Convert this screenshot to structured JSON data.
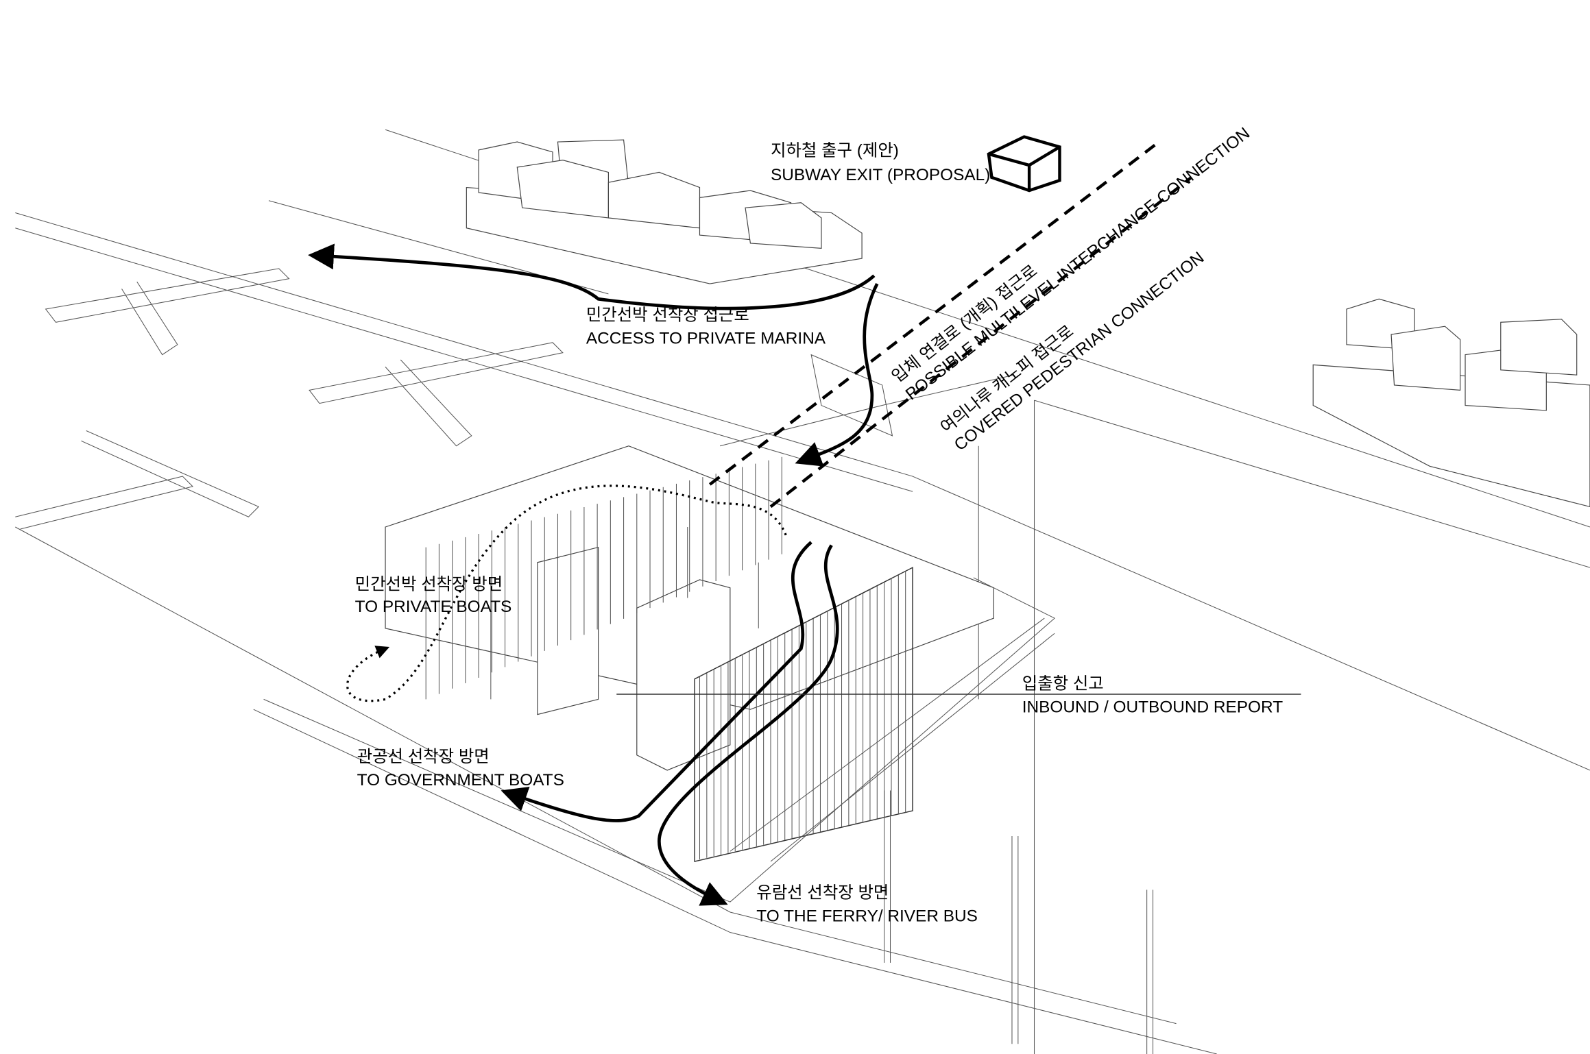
{
  "labels": {
    "subway_exit": {
      "ko": "지하철 출구 (제안)",
      "en": "SUBWAY EXIT (PROPOSAL)"
    },
    "private_marina": {
      "ko": "민간선박 선착장 접근로",
      "en": "ACCESS TO PRIVATE MARINA"
    },
    "multilevel": {
      "ko": "입체 연결로 (개획) 접근로",
      "en": "POSSIBLE MULTILEVEL INTERCHANGE CONNECTION"
    },
    "covered": {
      "ko": "여의나루 캐노피 접근로",
      "en": "COVERED PEDESTRIAN CONNECTION"
    },
    "private_boats": {
      "ko": "민간선박 선착장 방면",
      "en": "TO PRIVATE BOATS"
    },
    "inbound": {
      "ko": "입출항 신고",
      "en": "INBOUND / OUTBOUND REPORT"
    },
    "government": {
      "ko": "관공선 선착장 방면",
      "en": "TO GOVERNMENT BOATS"
    },
    "ferry": {
      "ko": "유람선 선착장 방면",
      "en": "TO THE FERRY/ RIVER BUS"
    }
  }
}
